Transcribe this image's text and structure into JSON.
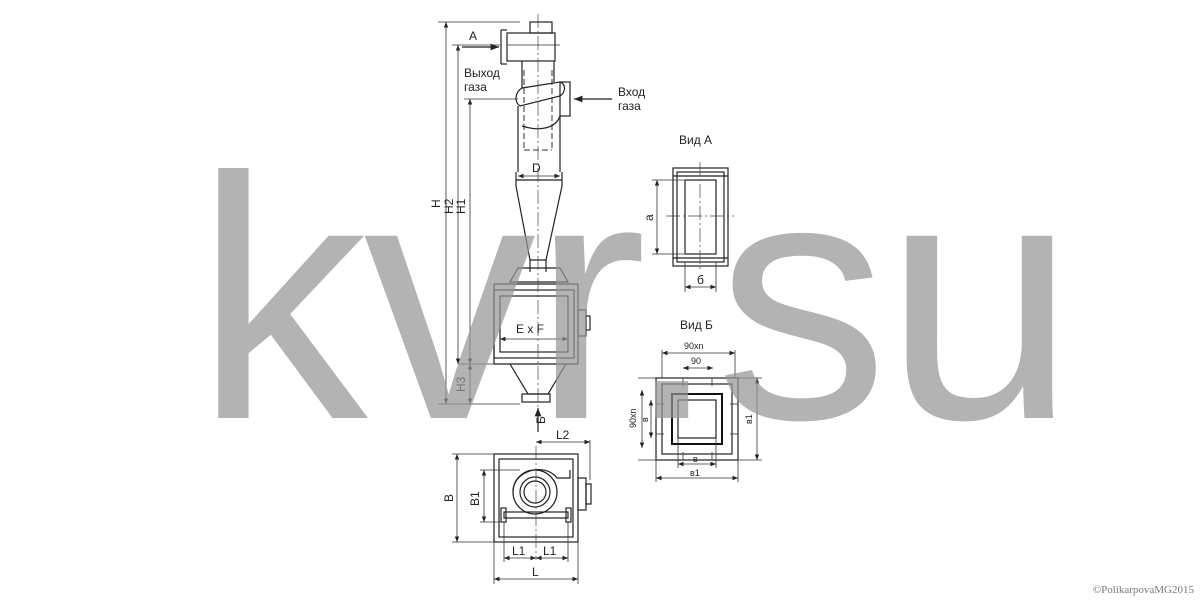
{
  "labels": {
    "A": "А",
    "gas_out_1": "Выход",
    "gas_out_2": "газа",
    "gas_in_1": "Вход",
    "gas_in_2": "газа",
    "D": "D",
    "H": "H",
    "H2": "H2",
    "H1": "H1",
    "H3": "H3",
    "ExF": "E x F",
    "B_arrow": "Б",
    "view_a": "Вид А",
    "a": "а",
    "b_small": "б",
    "view_b": "Вид Б",
    "dim_90xn_top": "90xn",
    "dim_90": "90",
    "dim_90xn_side": "90xn",
    "v": "в",
    "v1": "в1",
    "L2": "L2",
    "B": "B",
    "B1": "B1",
    "L1": "L1",
    "L": "L"
  },
  "watermark": "kvr.su",
  "copyright": "©PolikarpovaMG2015"
}
